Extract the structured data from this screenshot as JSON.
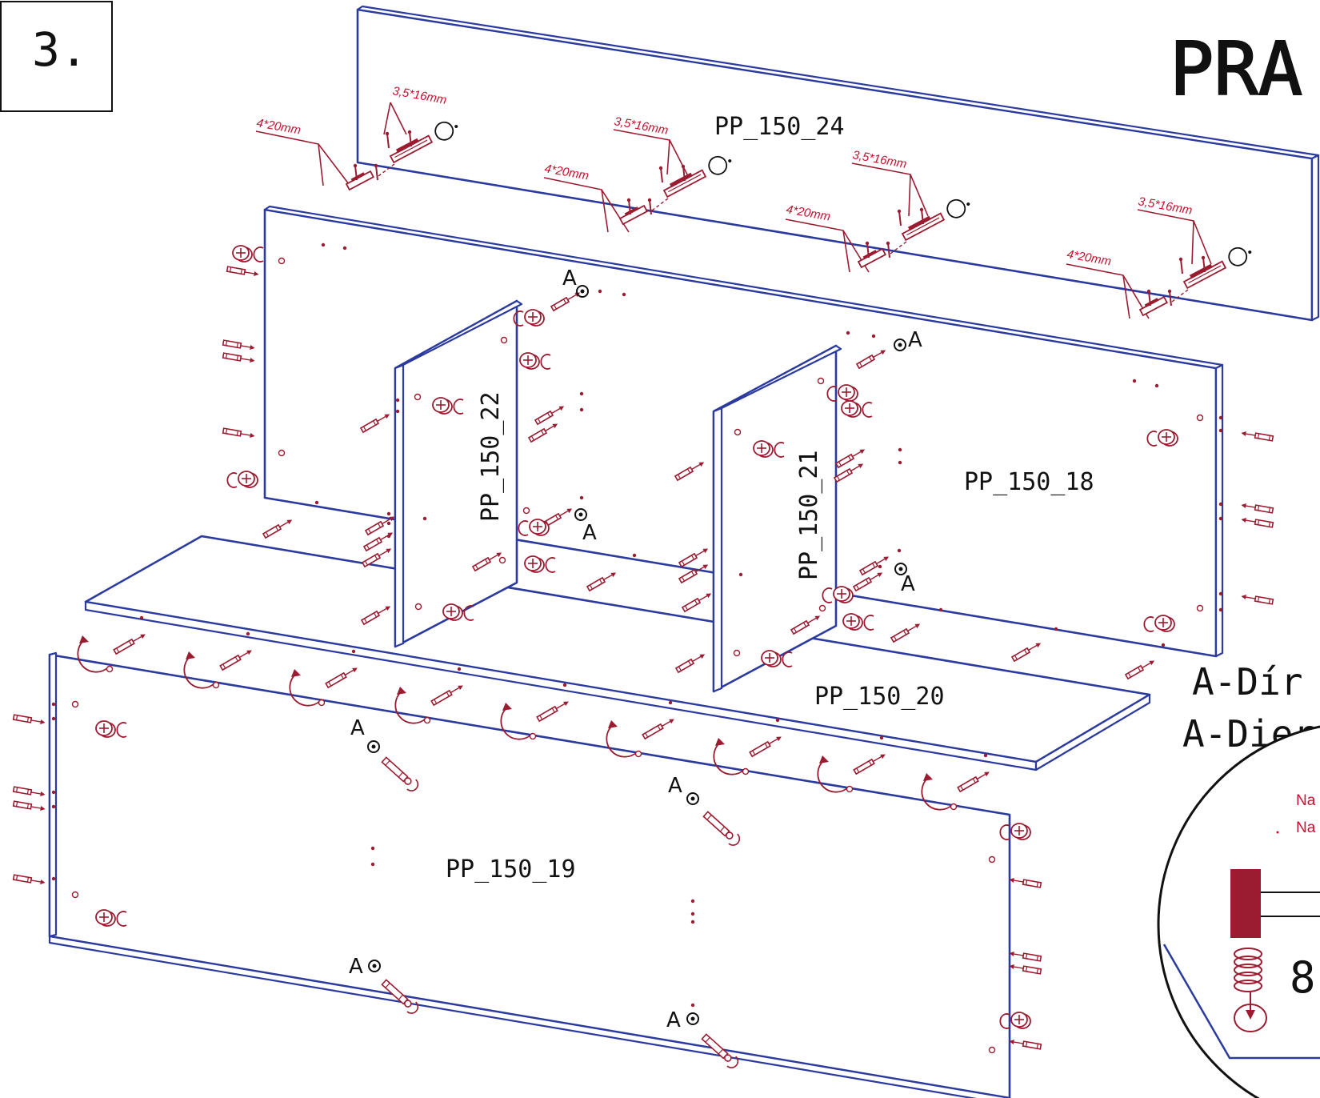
{
  "step_number": "3.",
  "title_partial": "PRA",
  "legend": {
    "line1": "A-Dír",
    "line2": "A-Dier"
  },
  "detail": {
    "note1": "Na",
    "note2": "Na",
    "count": "8"
  },
  "panels": {
    "p24": "PP_150_24",
    "p18": "PP_150_18",
    "p22": "PP_150_22",
    "p21": "PP_150_21",
    "p20": "PP_150_20",
    "p19": "PP_150_19"
  },
  "screw_small": "3,5*16mm",
  "screw_large": "4*20mm",
  "marker": "A",
  "colors": {
    "panel_stroke": "#2b3a9e",
    "hardware": "#9b1b30",
    "dimension_text": "#c4122f"
  }
}
